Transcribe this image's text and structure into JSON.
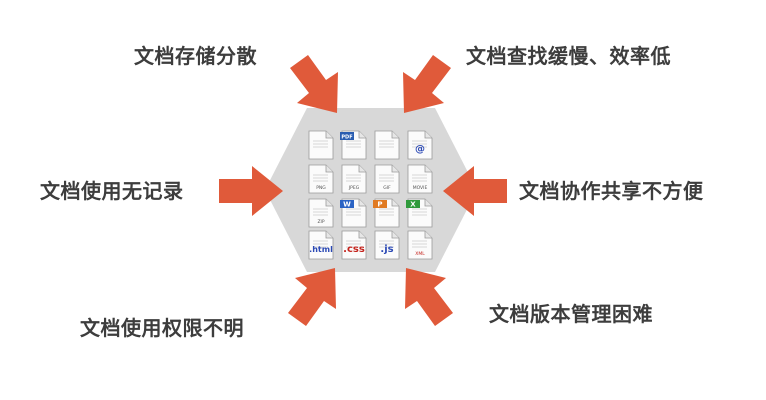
{
  "labels": {
    "top_left": "文档存储分散",
    "top_right": "文档查找缓慢、效率低",
    "mid_left": "文档使用无记录",
    "mid_right": "文档协作共享不方便",
    "bottom_left": "文档使用权限不明",
    "bottom_right": "文档版本管理困难"
  },
  "icons": [
    {
      "name": "generic-document",
      "badge": "",
      "text": ""
    },
    {
      "name": "pdf",
      "badge": "PDF",
      "text": ""
    },
    {
      "name": "generic-image",
      "badge": "",
      "text": ""
    },
    {
      "name": "http",
      "badge": "",
      "text": "@"
    },
    {
      "name": "png",
      "badge": "",
      "text": "PNG"
    },
    {
      "name": "jpeg",
      "badge": "",
      "text": "JPEG"
    },
    {
      "name": "gif",
      "badge": "",
      "text": "GIF"
    },
    {
      "name": "movie",
      "badge": "",
      "text": "MOVIE"
    },
    {
      "name": "zip",
      "badge": "",
      "text": "ZIP"
    },
    {
      "name": "word",
      "badge": "W",
      "text": ""
    },
    {
      "name": "powerpoint",
      "badge": "P",
      "text": ""
    },
    {
      "name": "excel",
      "badge": "X",
      "text": ""
    },
    {
      "name": "html",
      "badge": "",
      "text": ".html"
    },
    {
      "name": "css",
      "badge": "",
      "text": ".css"
    },
    {
      "name": "js",
      "badge": "",
      "text": ".js"
    },
    {
      "name": "xml",
      "badge": "",
      "text": "XML"
    }
  ],
  "colors": {
    "arrow": "#e05a3a",
    "hexagon": "#d8d8d8",
    "text": "#3d3d3d"
  }
}
